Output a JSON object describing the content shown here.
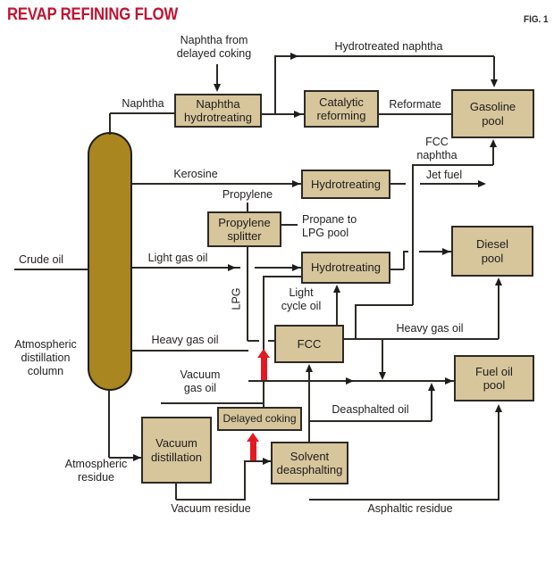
{
  "title": "REVAP REFINING FLOW",
  "figure_label": "FIG. 1",
  "colors": {
    "title_red": "#c41230",
    "unit_fill": "#d7c59c",
    "unit_border": "#2d2a26",
    "column_fill": "#a9861f",
    "line": "#2d2a26",
    "hot_stream_arrow": "#e21b22",
    "text": "#231f20"
  },
  "units": {
    "naphtha_hydrotreating": "Naphtha\nhydrotreating",
    "catalytic_reforming": "Catalytic\nreforming",
    "gasoline_pool": "Gasoline\npool",
    "hydrotreating_kerosine": "Hydrotreating",
    "propylene_splitter": "Propylene\nsplitter",
    "hydrotreating_gas_oil": "Hydrotreating",
    "diesel_pool": "Diesel\npool",
    "fcc": "FCC",
    "fuel_oil_pool": "Fuel oil\npool",
    "vacuum_distillation": "Vacuum\ndistillation",
    "delayed_coking": "Delayed coking",
    "solvent_deasphalting": "Solvent\ndeasphalting",
    "atmospheric_column": "Atmospheric\ndistillation\ncolumn"
  },
  "streams": {
    "naphtha_from_delayed_coking": "Naphtha from\ndelayed coking",
    "hydrotreated_naphtha": "Hydrotreated naphtha",
    "naphtha": "Naphtha",
    "reformate": "Reformate",
    "fcc_naphtha": "FCC\nnaphtha",
    "kerosine": "Kerosine",
    "jet_fuel": "Jet fuel",
    "propylene": "Propylene",
    "propane_to_lpg_pool": "Propane to\nLPG pool",
    "crude_oil": "Crude oil",
    "light_gas_oil": "Light gas oil",
    "lpg": "LPG",
    "light_cycle_oil": "Light\ncycle oil",
    "heavy_gas_oil_atm": "Heavy gas oil",
    "heavy_gas_oil_fcc": "Heavy gas oil",
    "vacuum_gas_oil": "Vacuum\ngas oil",
    "deasphalted_oil": "Deasphalted oil",
    "atmospheric_residue": "Atmospheric\nresidue",
    "vacuum_residue": "Vacuum residue",
    "asphaltic_residue": "Asphaltic residue"
  }
}
